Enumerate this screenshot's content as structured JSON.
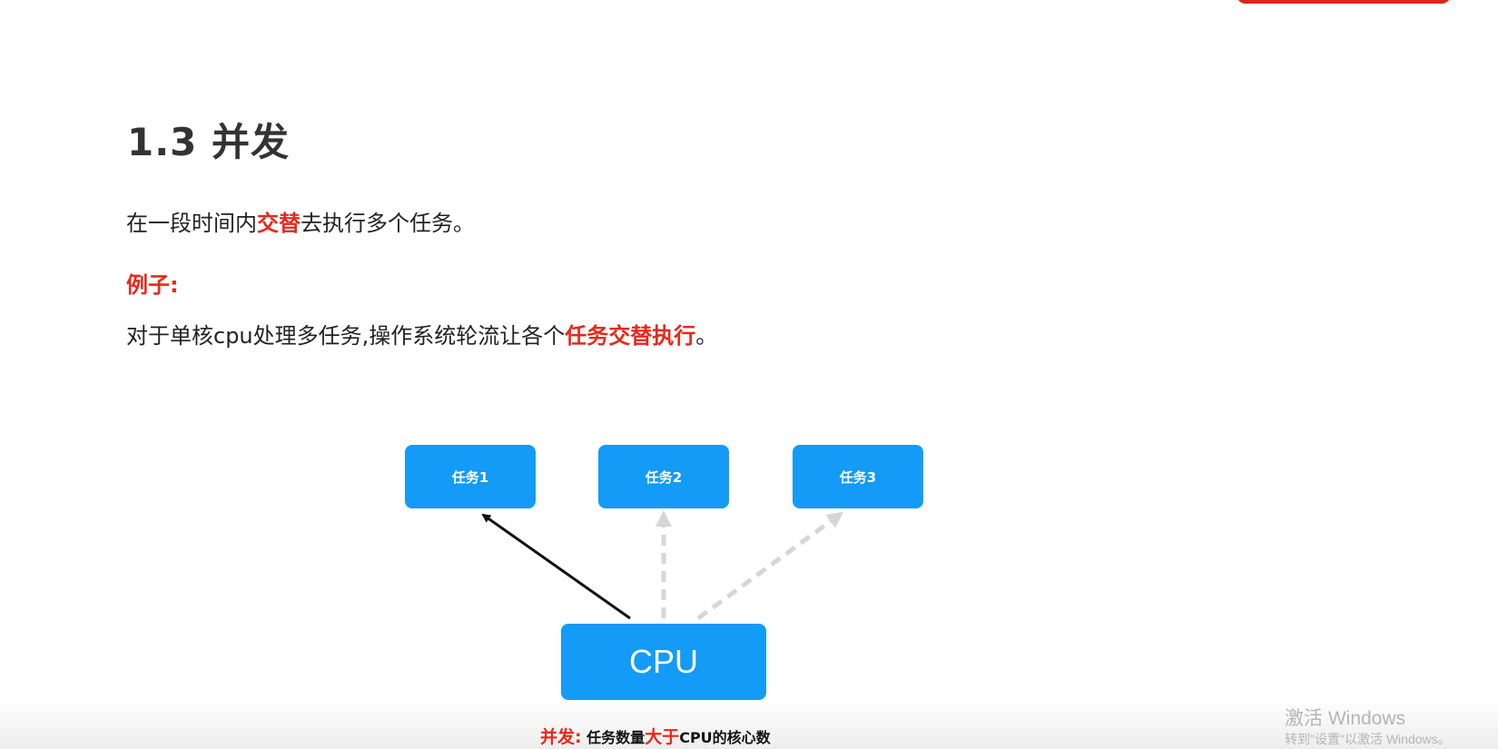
{
  "heading": "1.3 并发",
  "line1": {
    "before": "在一段时间内",
    "highlight": "交替",
    "after": "去执行多个任务。"
  },
  "example_label": "例子:",
  "line3": {
    "before": "对于单核cpu处理多任务,操作系统轮流让各个",
    "highlight": "任务交替执行",
    "after": "。"
  },
  "diagram": {
    "tasks": [
      "任务1",
      "任务2",
      "任务3"
    ],
    "cpu": "CPU",
    "active_task": "任务1",
    "colors": {
      "box": "#139bf7",
      "active_arrow": "#111111",
      "inactive_arrow": "#d6d6d6"
    }
  },
  "caption": {
    "label": "并发:",
    "text1": " 任务数量",
    "emphasis": "大于",
    "text2": "CPU的核心数"
  },
  "watermark": {
    "line1": "激活 Windows",
    "line2": "转到\"设置\"以激活 Windows。"
  },
  "colors": {
    "highlight": "#e8281c",
    "heading": "#333333",
    "top_tab": "#d9271c"
  }
}
